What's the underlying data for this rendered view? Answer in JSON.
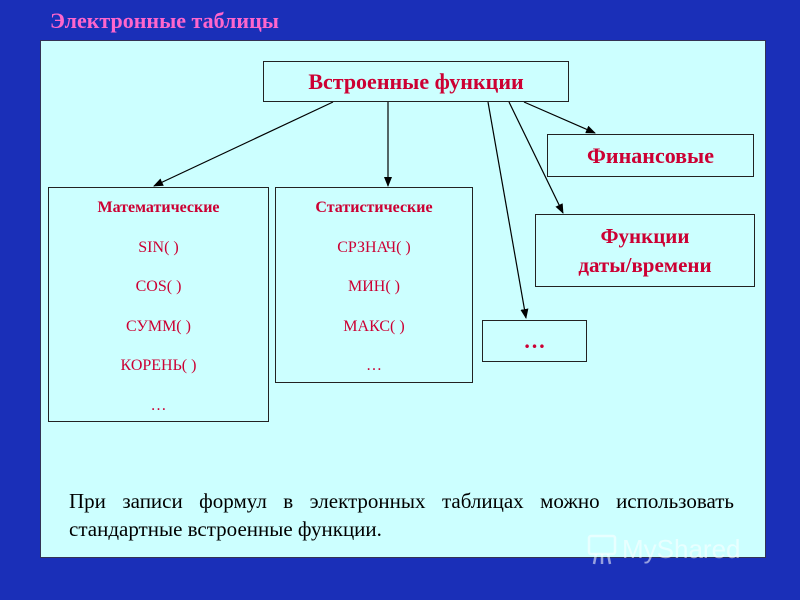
{
  "slide_title": "Электронные таблицы",
  "diagram": {
    "root": "Встроенные функции",
    "financial": "Финансовые",
    "datetime_line1": "Функции",
    "datetime_line2": "даты/времени",
    "more": "…",
    "math": {
      "header": "Математические",
      "items": [
        "SIN( )",
        "COS( )",
        "СУММ( )",
        "КОРЕНЬ( )",
        "…"
      ]
    },
    "stat": {
      "header": "Статистические",
      "items": [
        "СРЗНАЧ( )",
        "МИН( )",
        "МАКС( )",
        "…"
      ]
    }
  },
  "note": "При записи формул в электронных таблицах можно использовать стандартные встроенные функции.",
  "watermark": "MyShared",
  "colors": {
    "background": "#1a2fb8",
    "panel": "#ccffff",
    "accent_text": "#cc0033",
    "title": "#ff66cc"
  }
}
